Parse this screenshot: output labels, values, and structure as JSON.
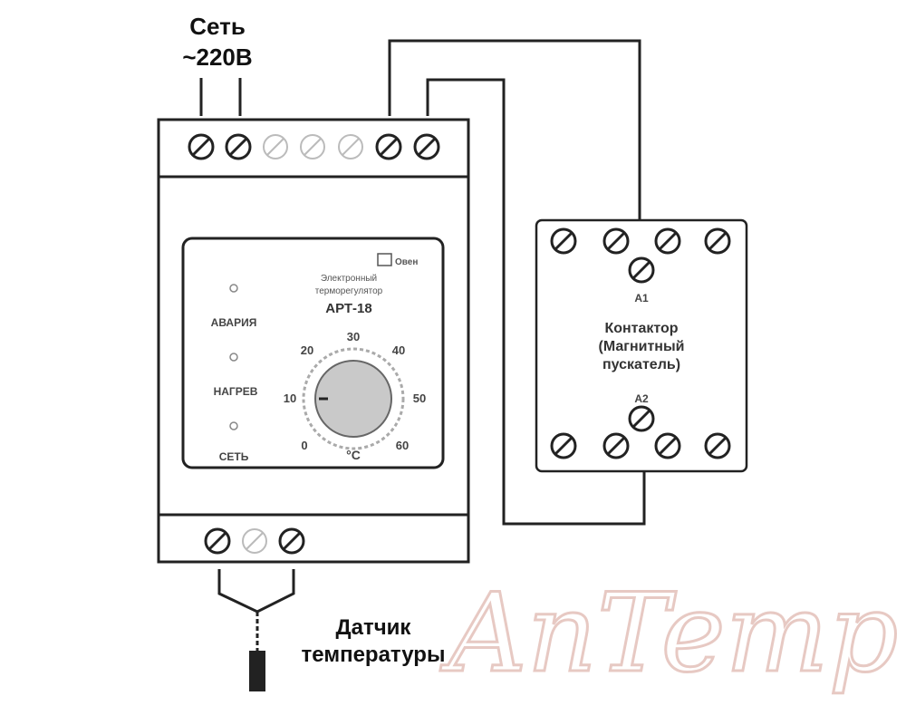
{
  "supply": {
    "title": "Сеть",
    "voltage": "~220В"
  },
  "relay": {
    "brand": "Овен",
    "description_line1": "Электронный",
    "description_line2": "терморегулятор",
    "model": "АРТ-18",
    "leds": [
      {
        "label": "АВАРИЯ"
      },
      {
        "label": "НАГРЕВ"
      },
      {
        "label": "СЕТЬ"
      }
    ],
    "dial": {
      "unit": "°C",
      "scale": [
        "0",
        "10",
        "20",
        "30",
        "40",
        "50",
        "60"
      ]
    }
  },
  "contactor": {
    "coil_top": "A1",
    "coil_bottom": "A2",
    "title_line1": "Контактор",
    "title_line2": "(Магнитный",
    "title_line3": "пускатель)"
  },
  "sensor": {
    "line1": "Датчик",
    "line2": "температуры"
  },
  "watermark": "AnTemp"
}
